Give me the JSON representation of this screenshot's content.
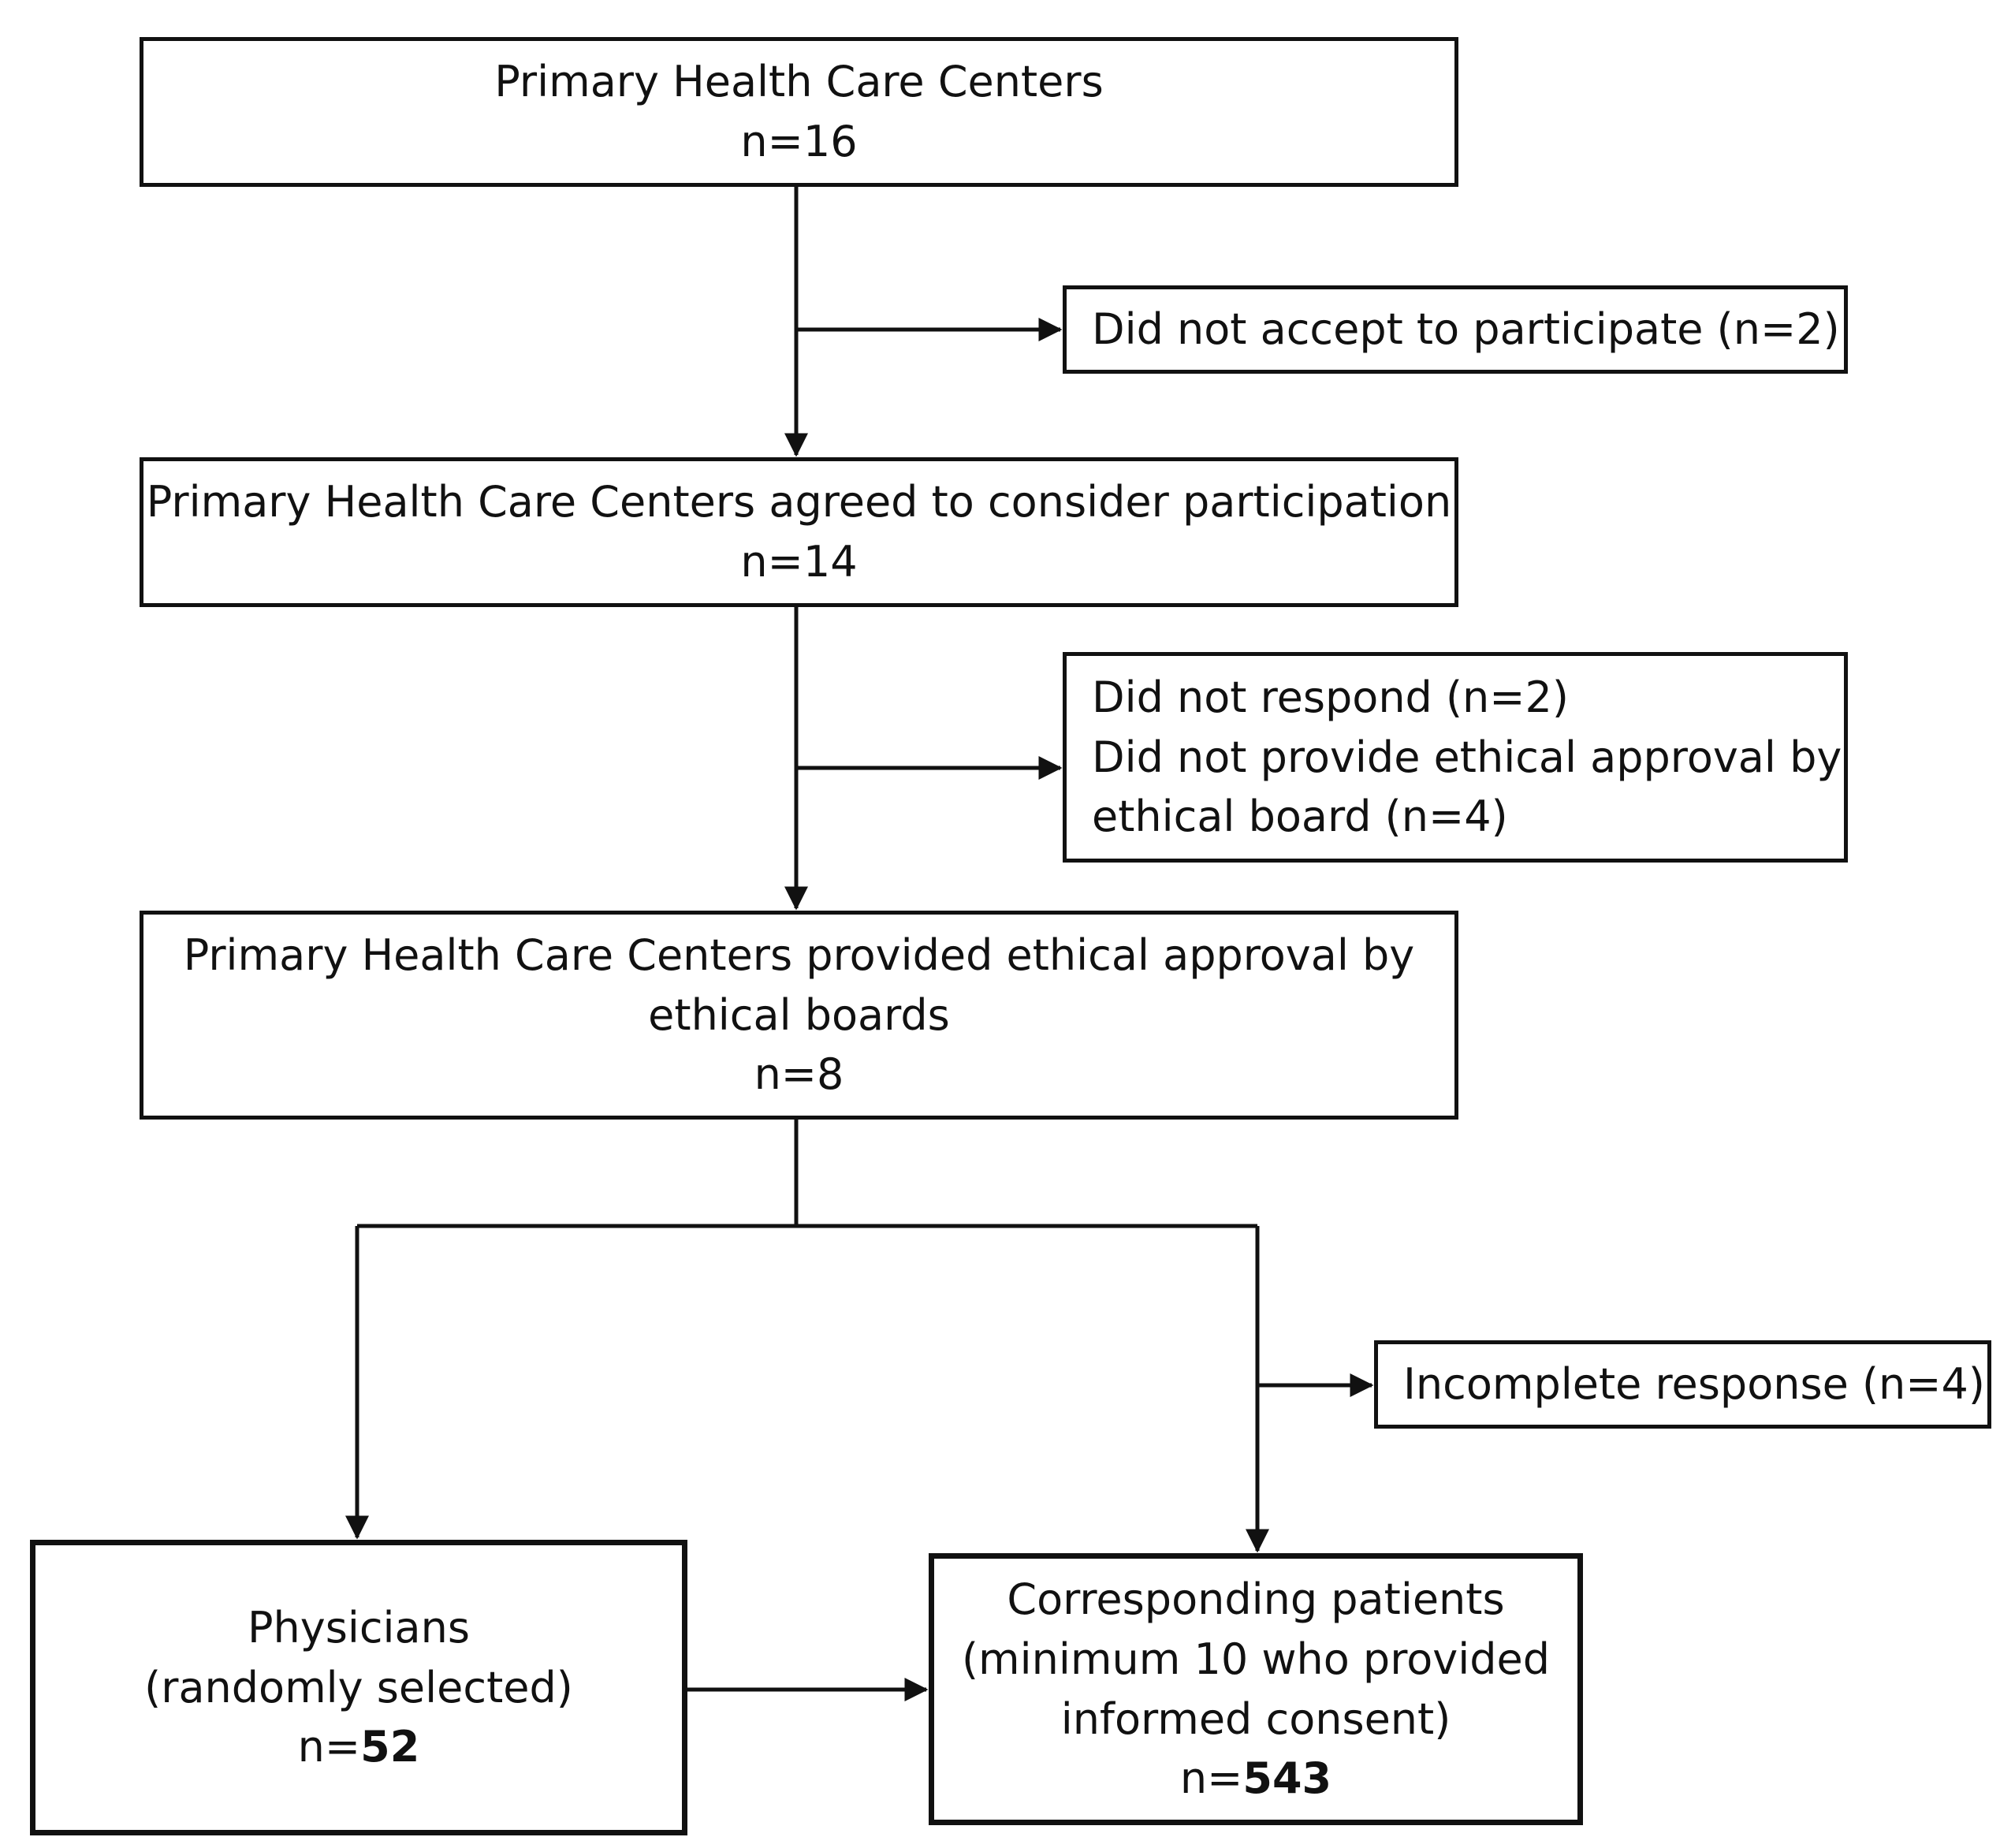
{
  "flowchart": {
    "boxes": {
      "phc_centers": {
        "title": "Primary Health Care Centers",
        "count": "n=16"
      },
      "agreed": {
        "title": "Primary Health Care Centers agreed to consider participation",
        "count": "n=14"
      },
      "ethical_approval": {
        "title_line1": "Primary Health Care Centers provided ethical approval by",
        "title_line2": "ethical boards",
        "count": "n=8"
      },
      "physicians": {
        "title": "Physicians",
        "subtitle": "(randomly selected)",
        "count_prefix": "n=",
        "count_value": "52"
      },
      "patients": {
        "title": "Corresponding patients",
        "subtitle_line1": "(minimum 10 who provided",
        "subtitle_line2": "informed consent)",
        "count_prefix": "n=",
        "count_value": "543"
      }
    },
    "exclusions": {
      "not_accept": "Did not accept to participate (n=2)",
      "not_respond": "Did not respond (n=2)",
      "no_ethical_line1": "Did not provide ethical approval by",
      "no_ethical_line2": "ethical board (n=4)",
      "incomplete": "Incomplete response (n=4)"
    }
  }
}
